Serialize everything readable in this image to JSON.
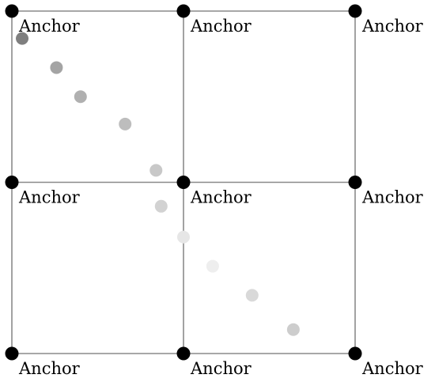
{
  "diagram": {
    "anchor_label": "Anchor",
    "anchor_color": "#000000",
    "grid_line_color": "#8a8a8a",
    "grid": {
      "columns": 2,
      "rows": 2
    },
    "anchors": [
      {
        "col": 0,
        "row": 0,
        "label": "Anchor"
      },
      {
        "col": 1,
        "row": 0,
        "label": "Anchor"
      },
      {
        "col": 2,
        "row": 0,
        "label": "Anchor"
      },
      {
        "col": 0,
        "row": 1,
        "label": "Anchor"
      },
      {
        "col": 1,
        "row": 1,
        "label": "Anchor"
      },
      {
        "col": 2,
        "row": 1,
        "label": "Anchor"
      },
      {
        "col": 0,
        "row": 2,
        "label": "Anchor"
      },
      {
        "col": 1,
        "row": 2,
        "label": "Anchor"
      },
      {
        "col": 2,
        "row": 2,
        "label": "Anchor"
      }
    ],
    "trail": [
      {
        "u": 0.03,
        "v": 0.08,
        "color": "#7f7f7f"
      },
      {
        "u": 0.13,
        "v": 0.165,
        "color": "#a4a4a4"
      },
      {
        "u": 0.2,
        "v": 0.25,
        "color": "#b0b0b0"
      },
      {
        "u": 0.33,
        "v": 0.33,
        "color": "#bdbdbd"
      },
      {
        "u": 0.42,
        "v": 0.465,
        "color": "#c8c8c8"
      },
      {
        "u": 0.435,
        "v": 0.57,
        "color": "#d2d2d2"
      },
      {
        "u": 0.5,
        "v": 0.66,
        "color": "#e6e6e6"
      },
      {
        "u": 0.585,
        "v": 0.745,
        "color": "#eeeeee"
      },
      {
        "u": 0.7,
        "v": 0.83,
        "color": "#d9d9d9"
      },
      {
        "u": 0.82,
        "v": 0.93,
        "color": "#cdcdcd"
      }
    ]
  }
}
